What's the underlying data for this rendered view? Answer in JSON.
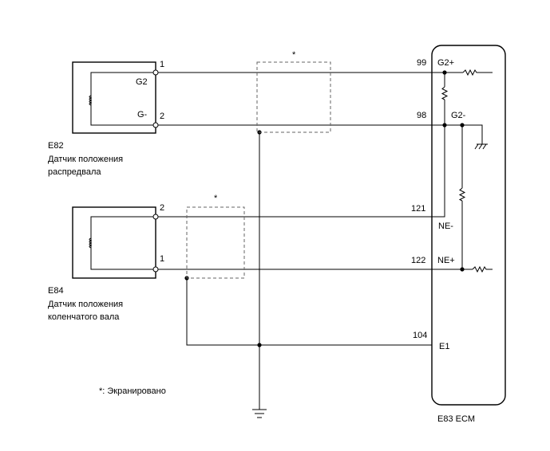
{
  "sensors": {
    "camshaft": {
      "code": "E82",
      "name_line1": "Датчик положения",
      "name_line2": "распредвала",
      "pin_top": "1",
      "pin_bottom": "2",
      "label_top": "G2",
      "label_bottom": "G-"
    },
    "crankshaft": {
      "code": "E84",
      "name_line1": "Датчик положения",
      "name_line2": "коленчатого вала",
      "pin_top": "2",
      "pin_bottom": "1"
    }
  },
  "shield_mark": "*",
  "legend": "*: Экранировано",
  "ecm": {
    "title": "E83  ECM",
    "pins": {
      "g2p_num": "99",
      "g2p_label": "G2+",
      "g2m_num": "98",
      "g2m_label": "G2-",
      "nem_num": "121",
      "nem_label": "NE-",
      "nep_num": "122",
      "nep_label": "NE+",
      "e1_num": "104",
      "e1_label": "E1"
    }
  }
}
